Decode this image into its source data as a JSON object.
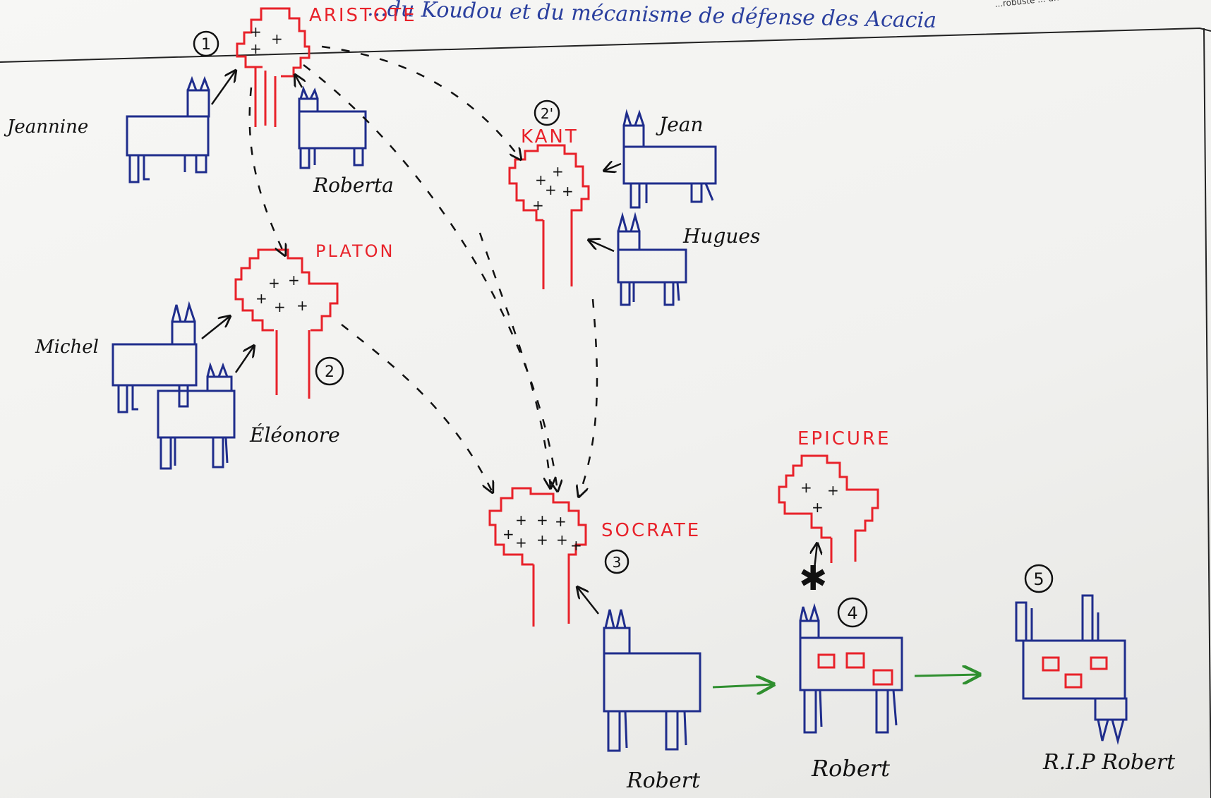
{
  "header": {
    "text": "...du Koudou et du mécanisme de défense des Acacia",
    "right_fragment": "...robuste ... un arbre ... ressources ... bien pour"
  },
  "trees": {
    "aristote": "ARISTOTE",
    "platon": "PLATON",
    "kant": "KANT",
    "socrate": "SOCRATE",
    "epicure": "EPICURE"
  },
  "animals": {
    "jeannine": "Jeannine",
    "roberta": "Roberta",
    "jean": "Jean",
    "hugues": "Hugues",
    "michel": "Michel",
    "eleonore": "Éléonore",
    "robert_1": "Robert",
    "robert_2": "Robert",
    "robert_3": "R.I.P Robert"
  },
  "steps": {
    "s1": "1",
    "s2": "2",
    "s2b": "2'",
    "s3": "3",
    "s4": "4",
    "s5": "5"
  },
  "marks": {
    "blocked": "✱"
  },
  "colors": {
    "tree": "#e8222a",
    "animal": "#1f2d8c",
    "ink": "#111111",
    "transition": "#2f8f2f",
    "header_ink": "#2a3f9e"
  }
}
